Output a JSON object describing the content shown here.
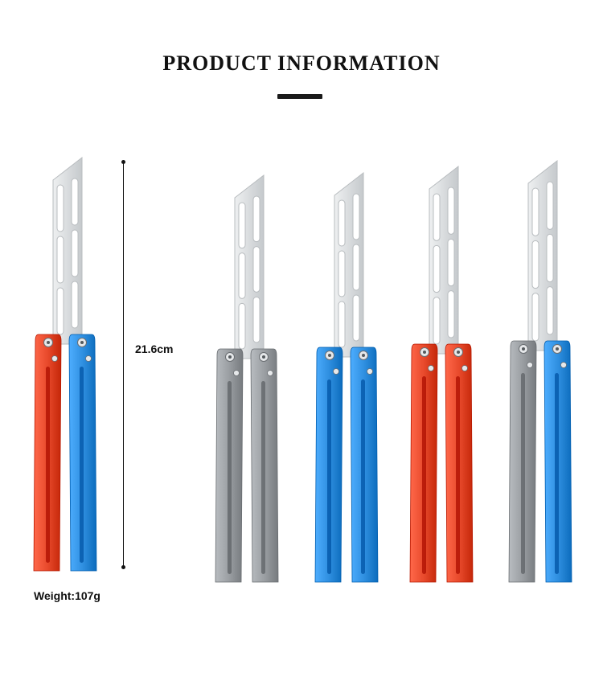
{
  "header": {
    "title": "PRODUCT INFORMATION"
  },
  "specs": {
    "length": "21.6cm",
    "weight": "Weight:107g"
  },
  "colors": {
    "red": "#e84a2c",
    "blue": "#2f8fe0",
    "gray": "#9a9ea2",
    "blade": "#d9dcde"
  },
  "variants": [
    {
      "name": "red-blue",
      "left_handle": "red",
      "right_handle": "blue"
    },
    {
      "name": "gray-gray",
      "left_handle": "gray",
      "right_handle": "gray"
    },
    {
      "name": "blue-blue",
      "left_handle": "blue",
      "right_handle": "blue"
    },
    {
      "name": "red-red",
      "left_handle": "red",
      "right_handle": "red"
    },
    {
      "name": "gray-blue",
      "left_handle": "gray",
      "right_handle": "blue"
    }
  ]
}
